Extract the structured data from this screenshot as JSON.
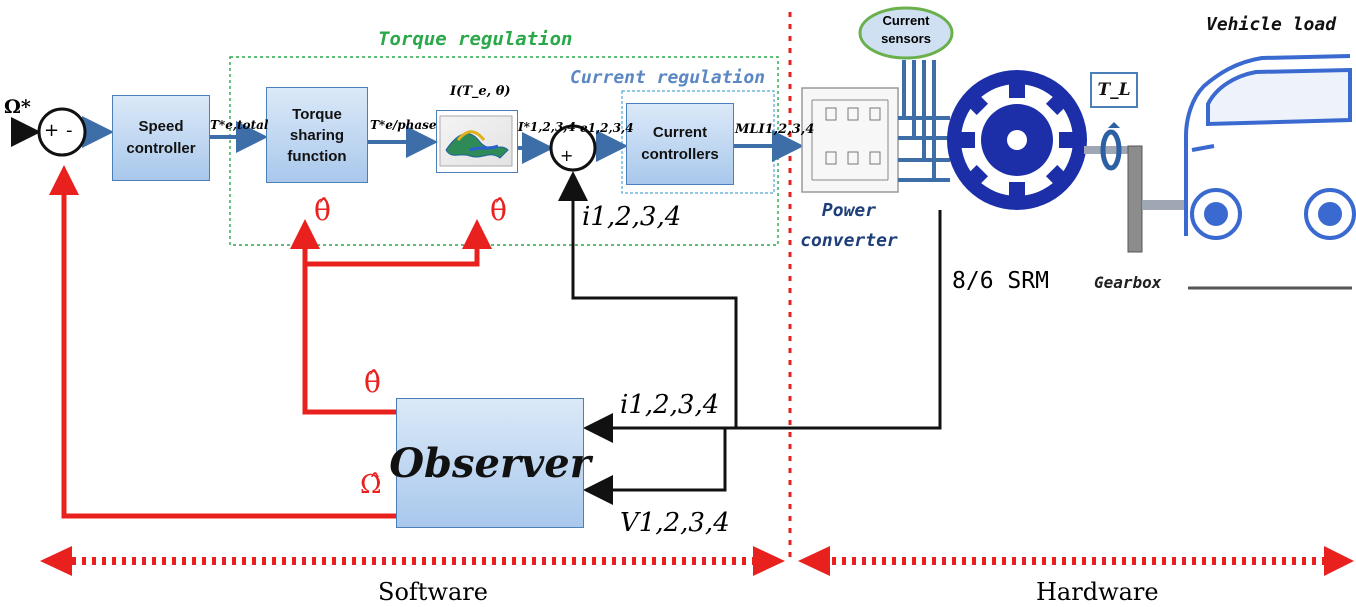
{
  "regions": {
    "torque_regulation": "Torque regulation",
    "current_regulation": "Current regulation",
    "vehicle_load": "Vehicle load"
  },
  "blocks": {
    "speed_controller": "Speed controller",
    "torque_sharing": "Torque sharing function",
    "lookup_title": "I(T_e, θ)",
    "current_controllers": "Current controllers",
    "current_sensors": "Current sensors",
    "power_converter": "Power converter",
    "observer": "Observer",
    "torque_load": "T_L"
  },
  "signals": {
    "omega_ref": "Ω*",
    "sum1_plus": "+",
    "sum1_minus": "-",
    "te_total": "T*e,total",
    "te_phase": "T*e/phase",
    "i_ref": "I*1,2,3,4",
    "e_1234": "e1,2,3,4",
    "sum2_plus": "+",
    "mli": "MLI1,2,3,4",
    "theta_hat_1": "θ̂",
    "theta_hat_2": "θ̂",
    "theta_hat_3": "θ̂",
    "omega_hat": "Ω̂",
    "i_feedback": "i1,2,3,4",
    "i_observer": "i1,2,3,4",
    "v_observer": "V1,2,3,4"
  },
  "hardware": {
    "motor": "8/6 SRM",
    "gearbox": "Gearbox"
  },
  "bottom": {
    "software": "Software",
    "hardware": "Hardware"
  },
  "colors": {
    "feedback": "#e8201e",
    "block_border": "#4a7fb8",
    "torque_region": "#2aa84a",
    "current_region": "#5b87c4",
    "motor": "#1c2fa8"
  }
}
